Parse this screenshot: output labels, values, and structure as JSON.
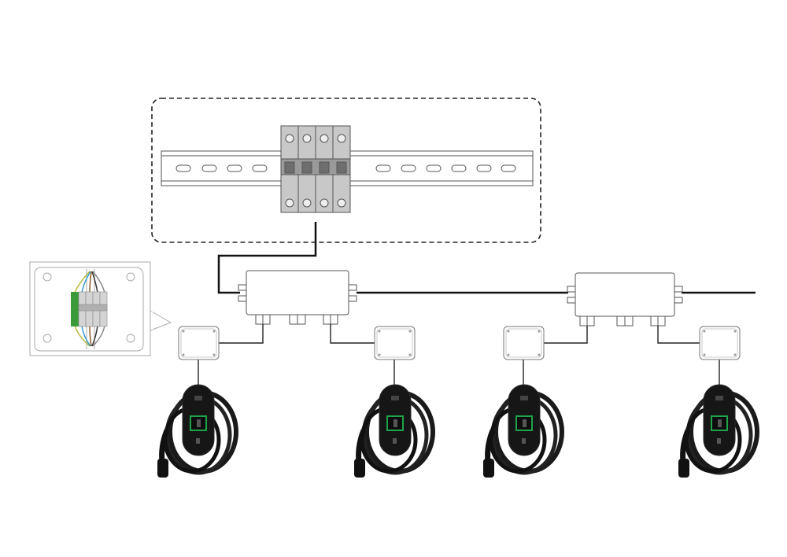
{
  "diagram": {
    "colors": {
      "cable": "#111111",
      "outline": "#444444",
      "breaker_fill": "#c8c8c8",
      "charger_body": "#151515",
      "charger_screen": "#1fa34a",
      "terminal_green": "#3a9a3a"
    },
    "chargers": [
      {
        "position": 1
      },
      {
        "position": 2
      },
      {
        "position": 3
      },
      {
        "position": 4
      }
    ],
    "icons": [
      "din-rail",
      "circuit-breaker-4-pole",
      "junction-box",
      "connection-box",
      "ev-wallbox-charger",
      "terminal-detail-inset"
    ]
  }
}
